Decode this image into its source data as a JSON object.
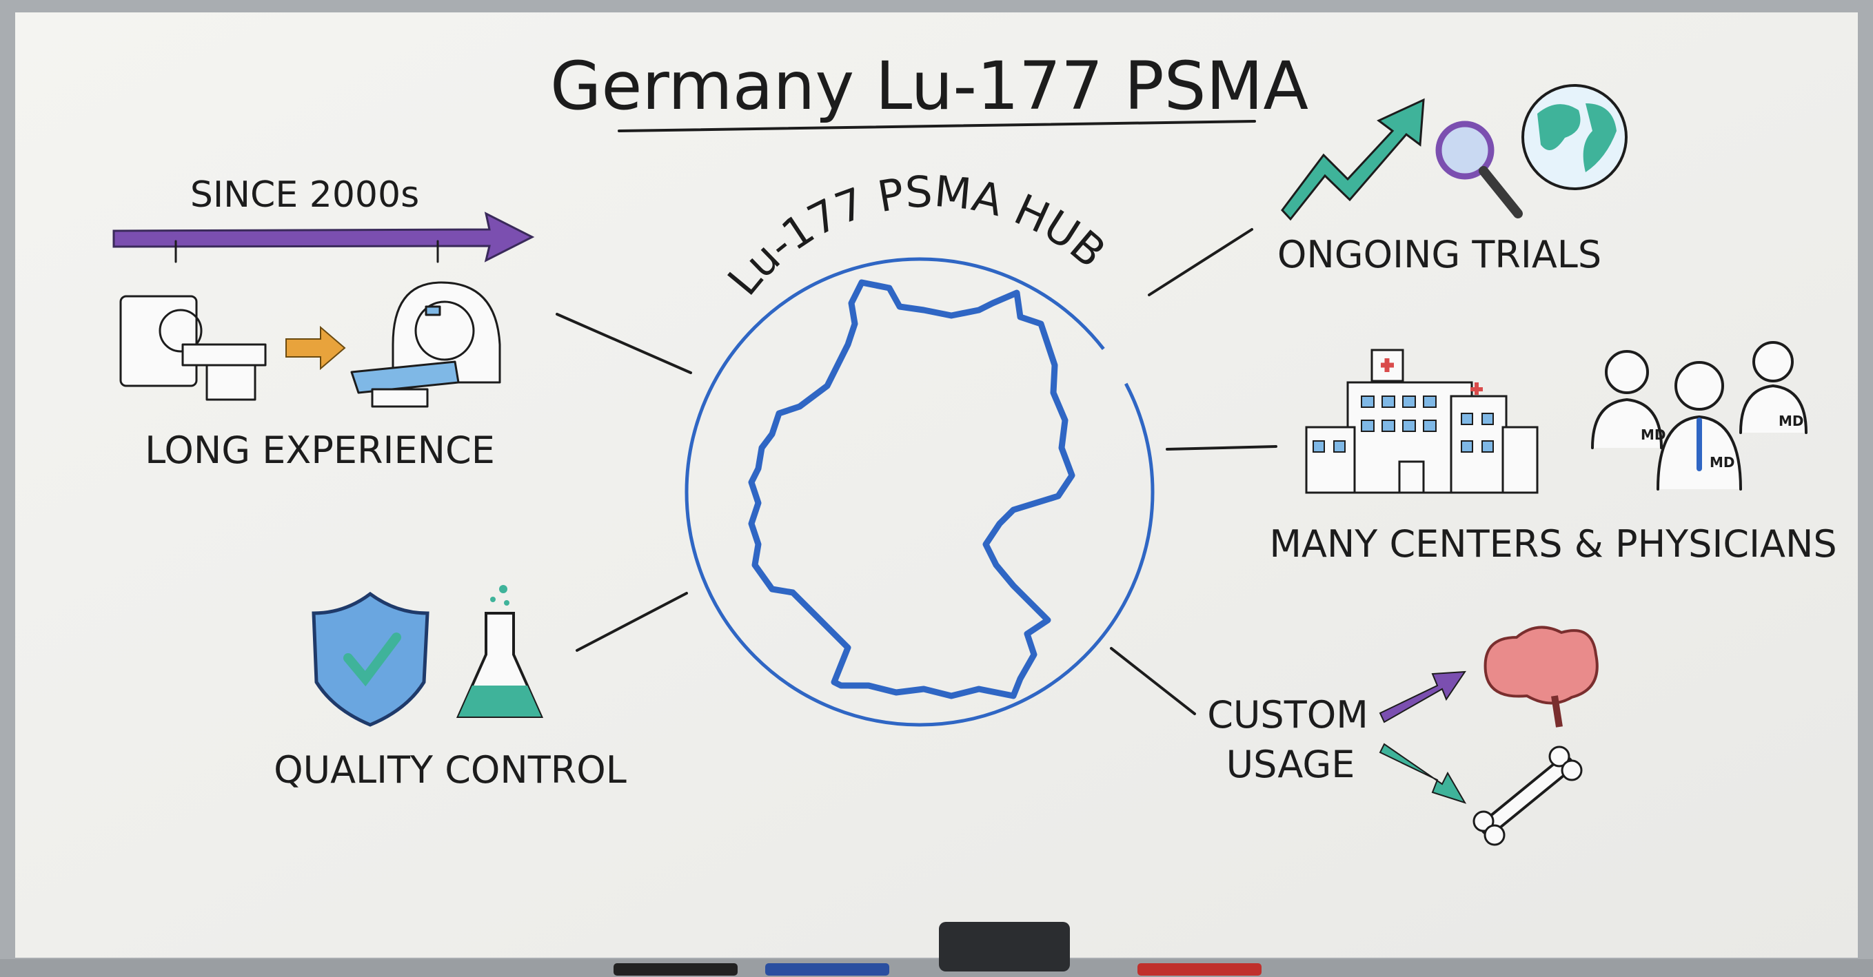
{
  "title": "Germany Lu-177 PSMA",
  "hub": {
    "label": "Lu-177 PSMA HUB",
    "center_icon": "germany-map-outline"
  },
  "left_top": {
    "timeline_label": "SINCE 2000s",
    "caption": "LONG EXPERIENCE",
    "icons": [
      "old-scanner-icon",
      "arrow-right-icon",
      "modern-scanner-icon"
    ]
  },
  "left_bottom": {
    "caption": "QUALITY CONTROL",
    "icons": [
      "shield-check-icon",
      "flask-icon"
    ]
  },
  "right_top": {
    "caption": "ONGOING TRIALS",
    "icons": [
      "trend-up-arrow-icon",
      "magnifier-icon",
      "globe-icon"
    ]
  },
  "right_middle": {
    "caption": "MANY CENTERS & PHYSICIANS",
    "icons": [
      "hospital-icon",
      "doctor-icon"
    ],
    "badge": "MD"
  },
  "right_bottom": {
    "caption_line1": "CUSTOM",
    "caption_line2": "USAGE",
    "icons": [
      "brain-icon",
      "bone-icon"
    ]
  },
  "colors": {
    "purple": "#7b4fb0",
    "teal": "#3fb39a",
    "blue": "#2f66c4",
    "orange": "#e8a33c",
    "red": "#d94b4b",
    "pink": "#e98b8b",
    "board": "#f2f2ef"
  }
}
